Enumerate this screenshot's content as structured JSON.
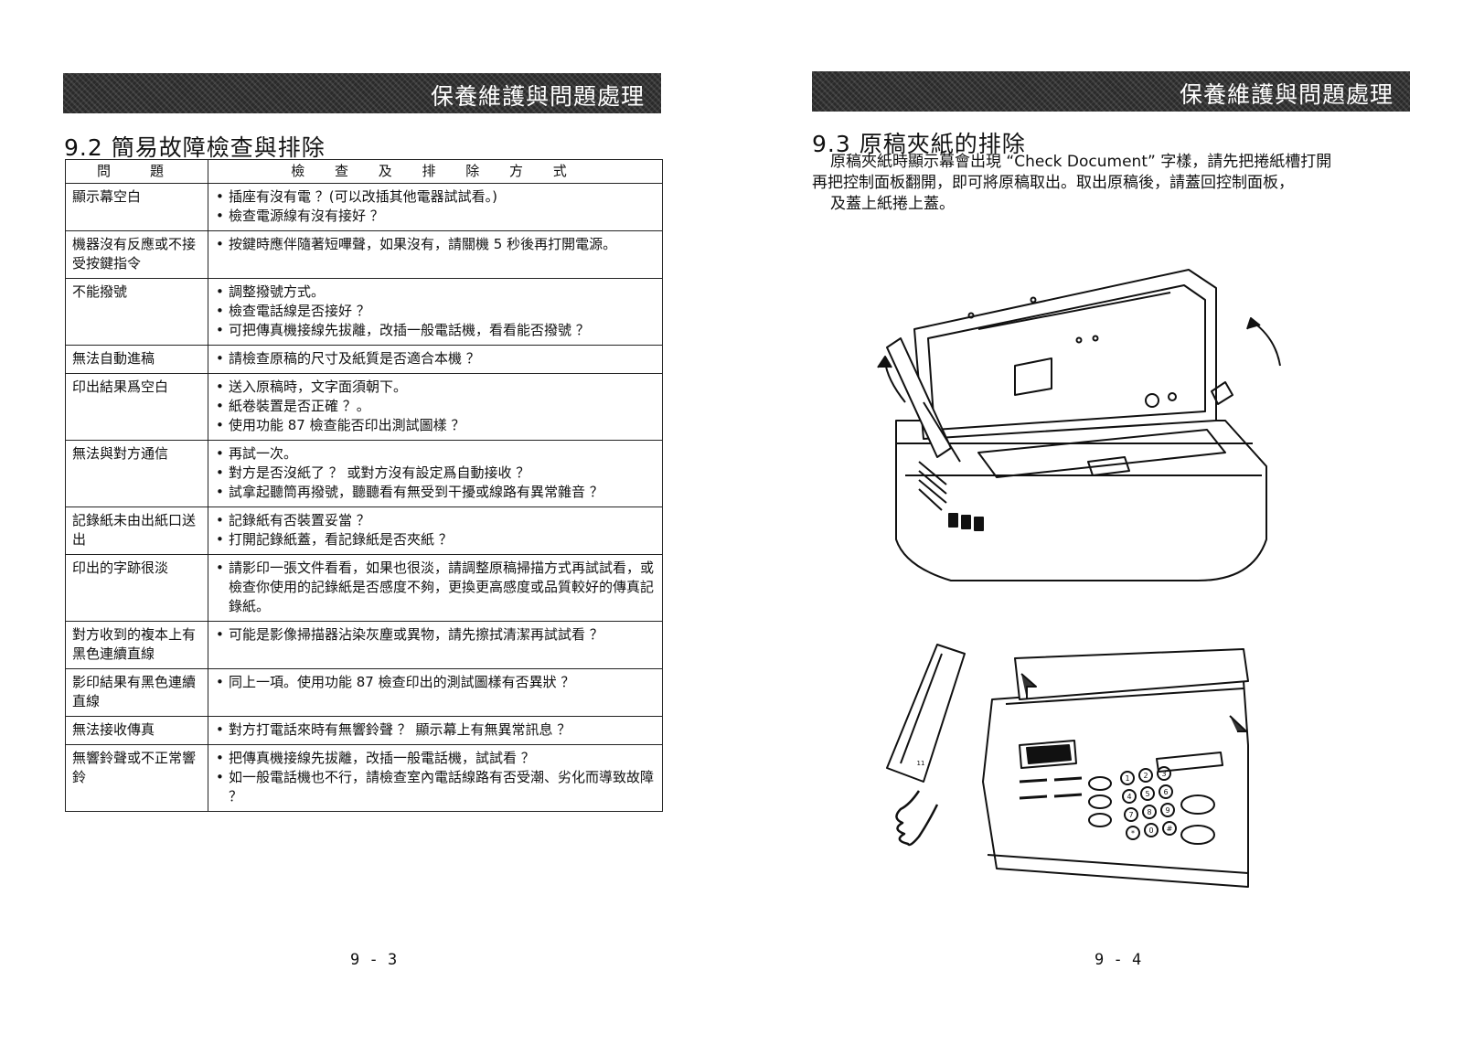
{
  "left_page": {
    "header_title": "保養維護與問題處理",
    "section_title": "9.2 簡易故障檢查與排除",
    "table": {
      "col_problem": "問　題",
      "col_solution": "檢 查 及 排 除 方 式",
      "rows": [
        {
          "problem": "顯示幕空白",
          "items": [
            "插座有沒有電 ？(可以改插其他電器試試看。)",
            "檢查電源線有沒有接好 ？"
          ]
        },
        {
          "problem": "機器沒有反應或不接受按鍵指令",
          "items": [
            "按鍵時應伴隨著短嗶聲，如果沒有，請關機 5 秒後再打開電源。"
          ]
        },
        {
          "problem": "不能撥號",
          "items": [
            "調整撥號方式。",
            "檢查電話線是否接好 ？",
            "可把傳真機接線先拔離，改插一般電話機，看看能否撥號 ？"
          ]
        },
        {
          "problem": "無法自動進稿",
          "items": [
            "請檢查原稿的尺寸及紙質是否適合本機 ？"
          ]
        },
        {
          "problem": "印出結果爲空白",
          "items": [
            "送入原稿時，文字面須朝下。",
            "紙卷裝置是否正確 ？。",
            "使用功能 87 檢查能否印出測試圖樣 ？"
          ]
        },
        {
          "problem": "無法與對方通信",
          "items": [
            "再試一次。",
            "對方是否沒紙了 ？ 或對方沒有設定爲自動接收 ？",
            "試拿起聽筒再撥號，聽聽看有無受到干擾或線路有異常雜音 ？"
          ]
        },
        {
          "problem": "記錄紙未由出紙口送出",
          "items": [
            "記錄紙有否裝置妥當 ？",
            "打開記錄紙蓋，看記錄紙是否夾紙 ？"
          ]
        },
        {
          "problem": "印出的字跡很淡",
          "items": [
            "請影印一張文件看看，如果也很淡，請調整原稿掃描方式再試試看，或檢查你使用的記錄紙是否感度不夠，更換更高感度或品質較好的傳真記錄紙。"
          ]
        },
        {
          "problem": "對方收到的複本上有黑色連續直線",
          "items": [
            "可能是影像掃描器沾染灰塵或異物，請先擦拭清潔再試試看 ？"
          ]
        },
        {
          "problem": "影印結果有黑色連續直線",
          "items": [
            "同上一項。使用功能 87 檢查印出的測試圖樣有否異狀 ？"
          ]
        },
        {
          "problem": "無法接收傳真",
          "items": [
            "對方打電話來時有無響鈴聲 ？ 顯示幕上有無異常訊息 ？"
          ]
        },
        {
          "problem": "無響鈴聲或不正常響鈴",
          "items": [
            "把傳真機接線先拔離，改插一般電話機，試試看 ？",
            "如一般電話機也不行，請檢查室內電話線路有否受潮、劣化而導致故障 ？"
          ]
        }
      ]
    },
    "page_number": "9 - 3"
  },
  "right_page": {
    "header_title": "保養維護與問題處理",
    "section_title": "9.3 原稿夾紙的排除",
    "intro_lines": [
      "原稿夾紙時顯示幕會出現 “Check Document” 字樣，請先把捲紙槽打開",
      "再把控制面板翻開，即可將原稿取出。取出原稿後，請蓋回控制面板，",
      "及蓋上紙捲上蓋。"
    ],
    "handset_mark": "11",
    "keypad_keys": [
      "1",
      "2",
      "3",
      "4",
      "5",
      "6",
      "7",
      "8",
      "9",
      "*",
      "0",
      "#"
    ],
    "page_number": "9 - 4"
  }
}
